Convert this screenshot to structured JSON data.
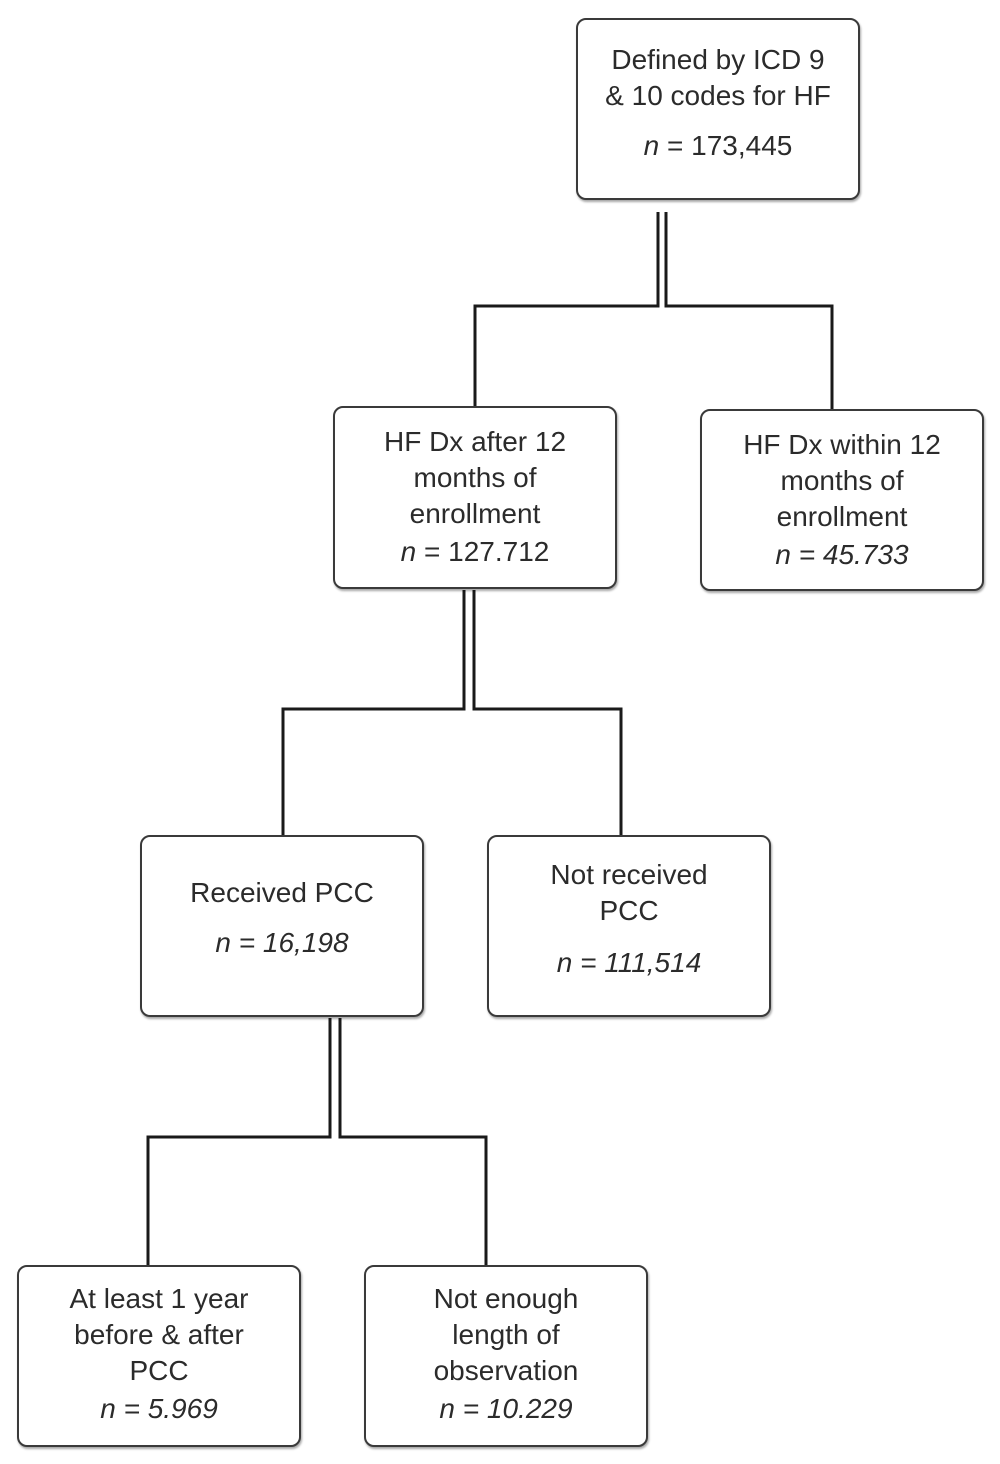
{
  "nodes": {
    "total": {
      "label_lines": [
        "Defined by ICD 9",
        "& 10 codes for HF"
      ],
      "n_prefix": "n",
      "n_value": "= 173,445"
    },
    "after_12": {
      "label_lines": [
        "HF Dx after 12",
        "months of",
        "enrollment"
      ],
      "n_prefix": "n",
      "n_value": "= 127.712"
    },
    "within_12": {
      "label_lines": [
        "HF Dx within 12",
        "months of",
        "enrollment"
      ],
      "n_prefix": "n",
      "n_value": "= 45.733"
    },
    "received_pcc": {
      "label_lines": [
        "Received PCC"
      ],
      "n_prefix": "n",
      "n_value": "= 16,198"
    },
    "not_received_pcc": {
      "label_lines": [
        "Not received",
        "PCC"
      ],
      "n_prefix": "n",
      "n_value": "= 111,514"
    },
    "at_least_1yr": {
      "label_lines": [
        "At least 1 year",
        "before & after",
        "PCC"
      ],
      "n_prefix": "n",
      "n_value": "= 5.969"
    },
    "not_enough": {
      "label_lines": [
        "Not enough",
        "length of",
        "observation"
      ],
      "n_prefix": "n",
      "n_value": "= 10.229"
    }
  },
  "colors": {
    "line": "#1a1a1a",
    "border": "#3a3a3a",
    "text": "#2b2b2b"
  }
}
